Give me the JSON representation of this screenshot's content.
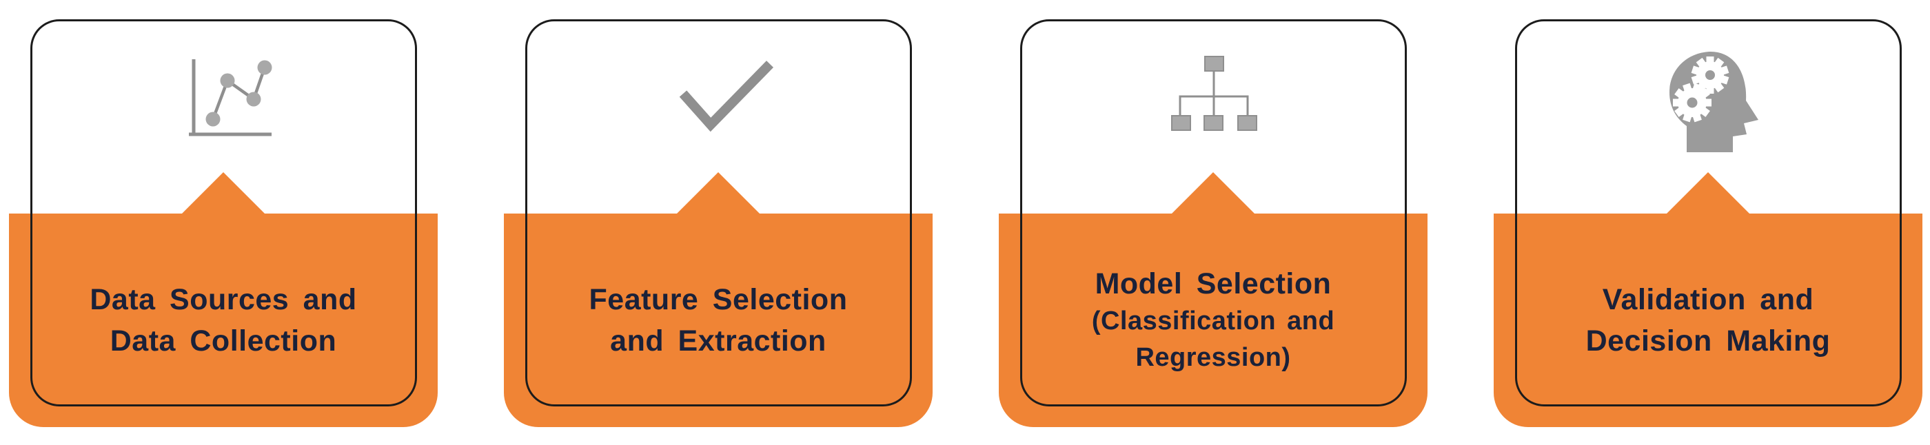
{
  "diagram": {
    "title_semantic": "Machine learning workflow steps",
    "background": "#FFFFFF",
    "colors": {
      "accent_orange": "#F08435",
      "text_navy": "#1A2139",
      "outline_black": "#1C1C1C",
      "icon_gray": "#8F8F8F",
      "icon_gray_light": "#A8A8A8",
      "head_gray": "#9B9B9B"
    },
    "cards": [
      {
        "icon": "scatter-chart-icon",
        "line1": "Data Sources and",
        "line2": "Data Collection"
      },
      {
        "icon": "checkmark-icon",
        "line1": "Feature Selection",
        "line2": "and Extraction"
      },
      {
        "icon": "hierarchy-icon",
        "line1": "Model Selection",
        "line2": "(Classification and",
        "line3": "Regression)"
      },
      {
        "icon": "head-gears-icon",
        "line1": "Validation and",
        "line2": "Decision Making"
      }
    ]
  }
}
